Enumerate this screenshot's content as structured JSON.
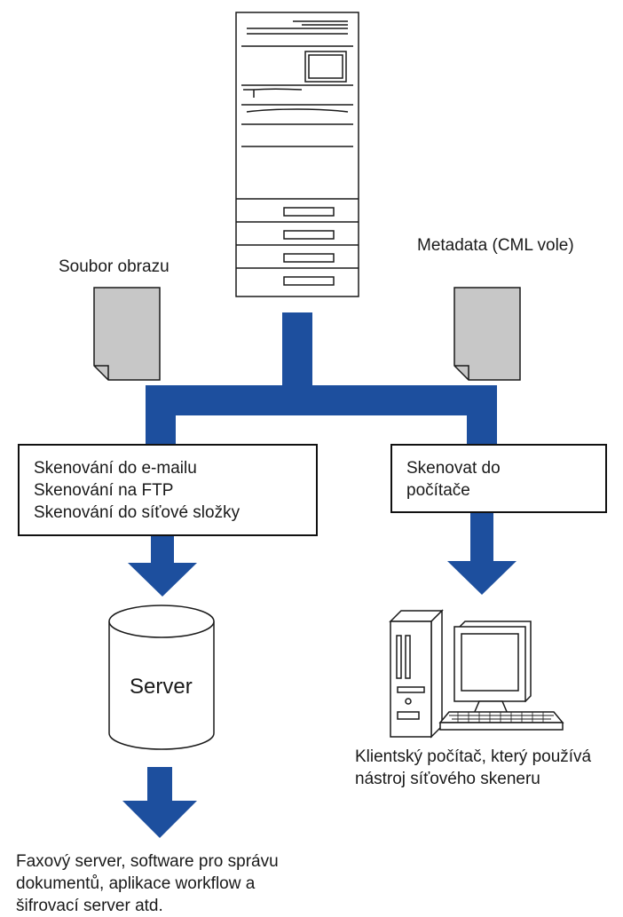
{
  "labels": {
    "image_file": "Soubor obrazu",
    "metadata": "Metadata (CML vole)",
    "server": "Server"
  },
  "left_box": {
    "lines": [
      "Skenování do e-mailu",
      "Skenování na FTP",
      "Skenování do síťové složky"
    ]
  },
  "right_box": {
    "lines": [
      "Skenovat do",
      "počítače"
    ]
  },
  "client_caption": {
    "lines": [
      "Klientský počítač, který používá",
      "nástroj síťového skeneru"
    ]
  },
  "bottom_caption": {
    "lines": [
      "Faxový server, software pro správu",
      "dokumentů, aplikace workflow a",
      "šifrovací server atd."
    ]
  },
  "colors": {
    "flow_blue": "#1d4f9e",
    "document_gray": "#c7c7c7",
    "outline": "#1a1a1a"
  },
  "icons": [
    "printer-icon",
    "document-icon",
    "server-icon",
    "computer-icon",
    "arrow-down-icon"
  ]
}
